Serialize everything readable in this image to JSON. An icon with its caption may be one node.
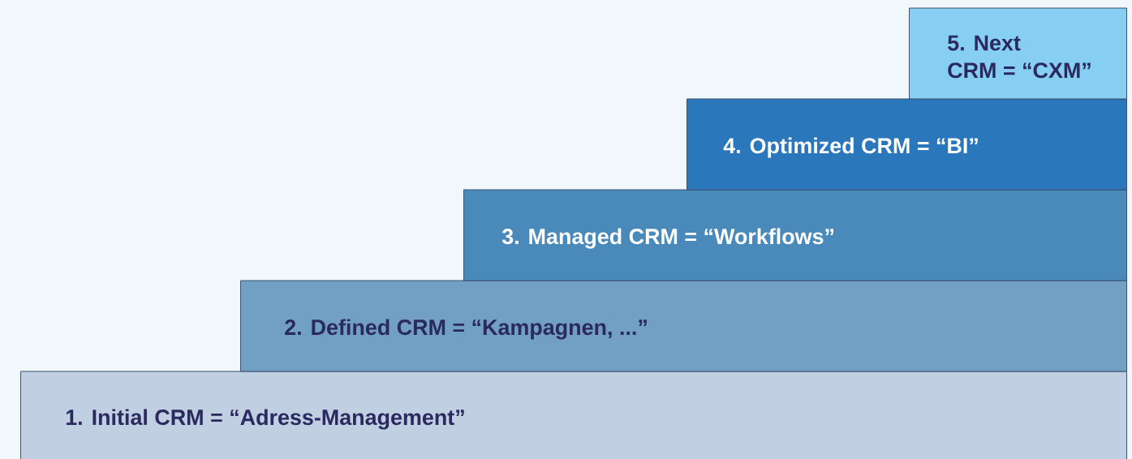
{
  "diagram": {
    "nodes": [
      {
        "text": [
          "1. Initial CRM = “Adress-Management”"
        ]
      },
      {
        "text": [
          "2. Defined CRM = “Kampagnen, ...”"
        ]
      },
      {
        "text": [
          "3. Managed CRM = “Workflows”"
        ]
      },
      {
        "text": [
          "4. Optimized CRM = “BI”"
        ]
      },
      {
        "text": [
          "5. Next",
          "CRM = “CXM”"
        ]
      }
    ]
  }
}
